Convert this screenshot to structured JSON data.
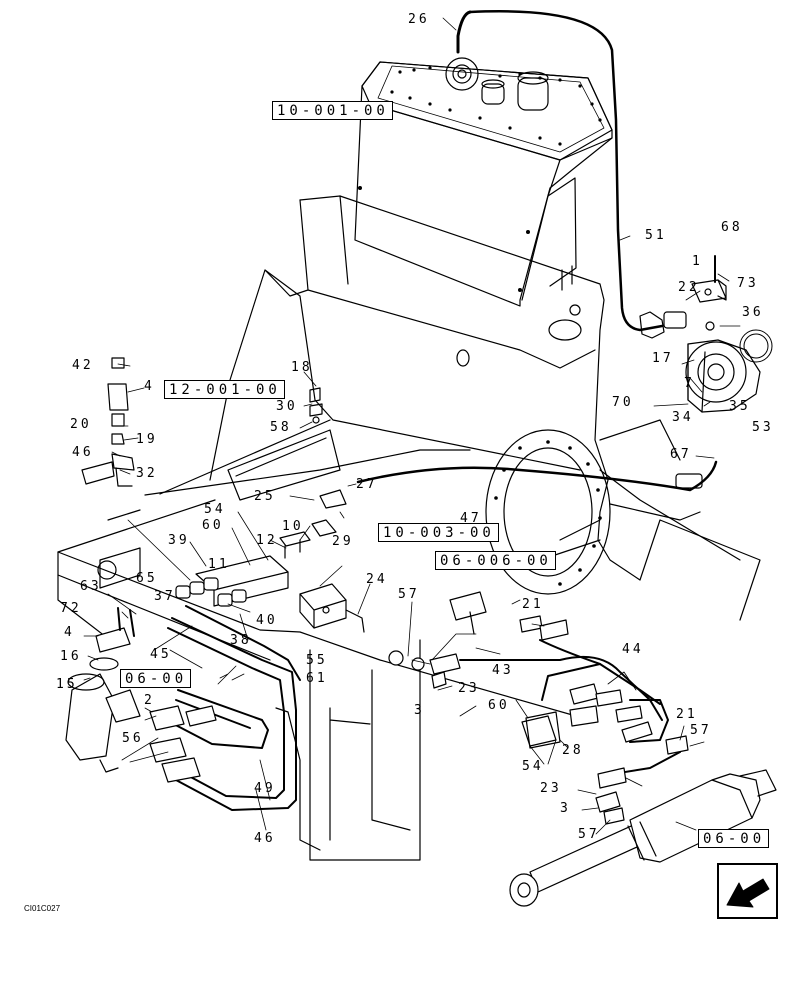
{
  "drawing_code": "CI01C027",
  "reference_boxes": [
    {
      "id": "ref-10-001-00",
      "text": "10-001-00"
    },
    {
      "id": "ref-12-001-00",
      "text": "12-001-00"
    },
    {
      "id": "ref-10-003-00",
      "text": "10-003-00"
    },
    {
      "id": "ref-06-006-00",
      "text": "06-006-00"
    },
    {
      "id": "ref-06-00-left",
      "text": "06-00"
    },
    {
      "id": "ref-06-00-right",
      "text": "06-00"
    }
  ],
  "callouts": [
    "26",
    "51",
    "68",
    "1",
    "73",
    "22",
    "36",
    "17",
    "7",
    "70",
    "35",
    "34",
    "53",
    "67",
    "42",
    "4",
    "18",
    "20",
    "30",
    "19",
    "58",
    "46",
    "32",
    "25",
    "27",
    "54",
    "60",
    "39",
    "12",
    "10",
    "29",
    "47",
    "11",
    "24",
    "63",
    "65",
    "72",
    "37",
    "40",
    "57",
    "21",
    "4",
    "38",
    "16",
    "45",
    "55",
    "61",
    "15",
    "2",
    "56",
    "44",
    "43",
    "60",
    "3",
    "23",
    "21",
    "57",
    "28",
    "54",
    "49",
    "46",
    "23",
    "3",
    "57"
  ],
  "nav_button": {
    "icon": "arrow-next-icon",
    "color": "#000000"
  }
}
